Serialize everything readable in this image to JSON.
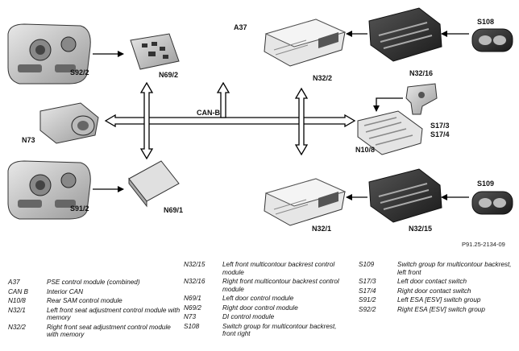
{
  "diagram": {
    "bus_label": "CAN-B",
    "figure_ref": "P91.25-2134-09",
    "components": {
      "s92_2": "S92/2",
      "n69_2": "N69/2",
      "n73": "N73",
      "s91_2": "S91/2",
      "n69_1": "N69/1",
      "a37": "A37",
      "n32_2": "N32/2",
      "n32_16": "N32/16",
      "s108": "S108",
      "s17_3": "S17/3",
      "s17_4": "S17/4",
      "n10_8": "N10/8",
      "s109": "S109",
      "n32_1": "N32/1",
      "n32_15": "N32/15"
    }
  },
  "legend": {
    "col1": [
      {
        "code": "A37",
        "desc": "PSE control module (combined)"
      },
      {
        "code": "CAN B",
        "desc": "Interior CAN"
      },
      {
        "code": "N10/8",
        "desc": "Rear SAM control module"
      },
      {
        "code": "N32/1",
        "desc": "Left front seat adjustment control module with memory"
      },
      {
        "code": "N32/2",
        "desc": "Right front seat adjustment control module with memory"
      }
    ],
    "col2": [
      {
        "code": "N32/15",
        "desc": "Left front multicontour backrest control module"
      },
      {
        "code": "N32/16",
        "desc": "Right front multicontour backrest control module"
      },
      {
        "code": "N69/1",
        "desc": "Left door control module"
      },
      {
        "code": "N69/2",
        "desc": "Right door control module"
      },
      {
        "code": "N73",
        "desc": "DI control module"
      },
      {
        "code": "S108",
        "desc": "Switch group for multicontour backrest, front right"
      }
    ],
    "col3": [
      {
        "code": "S109",
        "desc": "Switch group for multicontour backrest, left front"
      },
      {
        "code": "S17/3",
        "desc": "Left door contact switch"
      },
      {
        "code": "S17/4",
        "desc": "Right door contact switch"
      },
      {
        "code": "S91/2",
        "desc": "Left ESA [ESV] switch group"
      },
      {
        "code": "S92/2",
        "desc": "Right ESA [ESV] switch group"
      }
    ]
  }
}
